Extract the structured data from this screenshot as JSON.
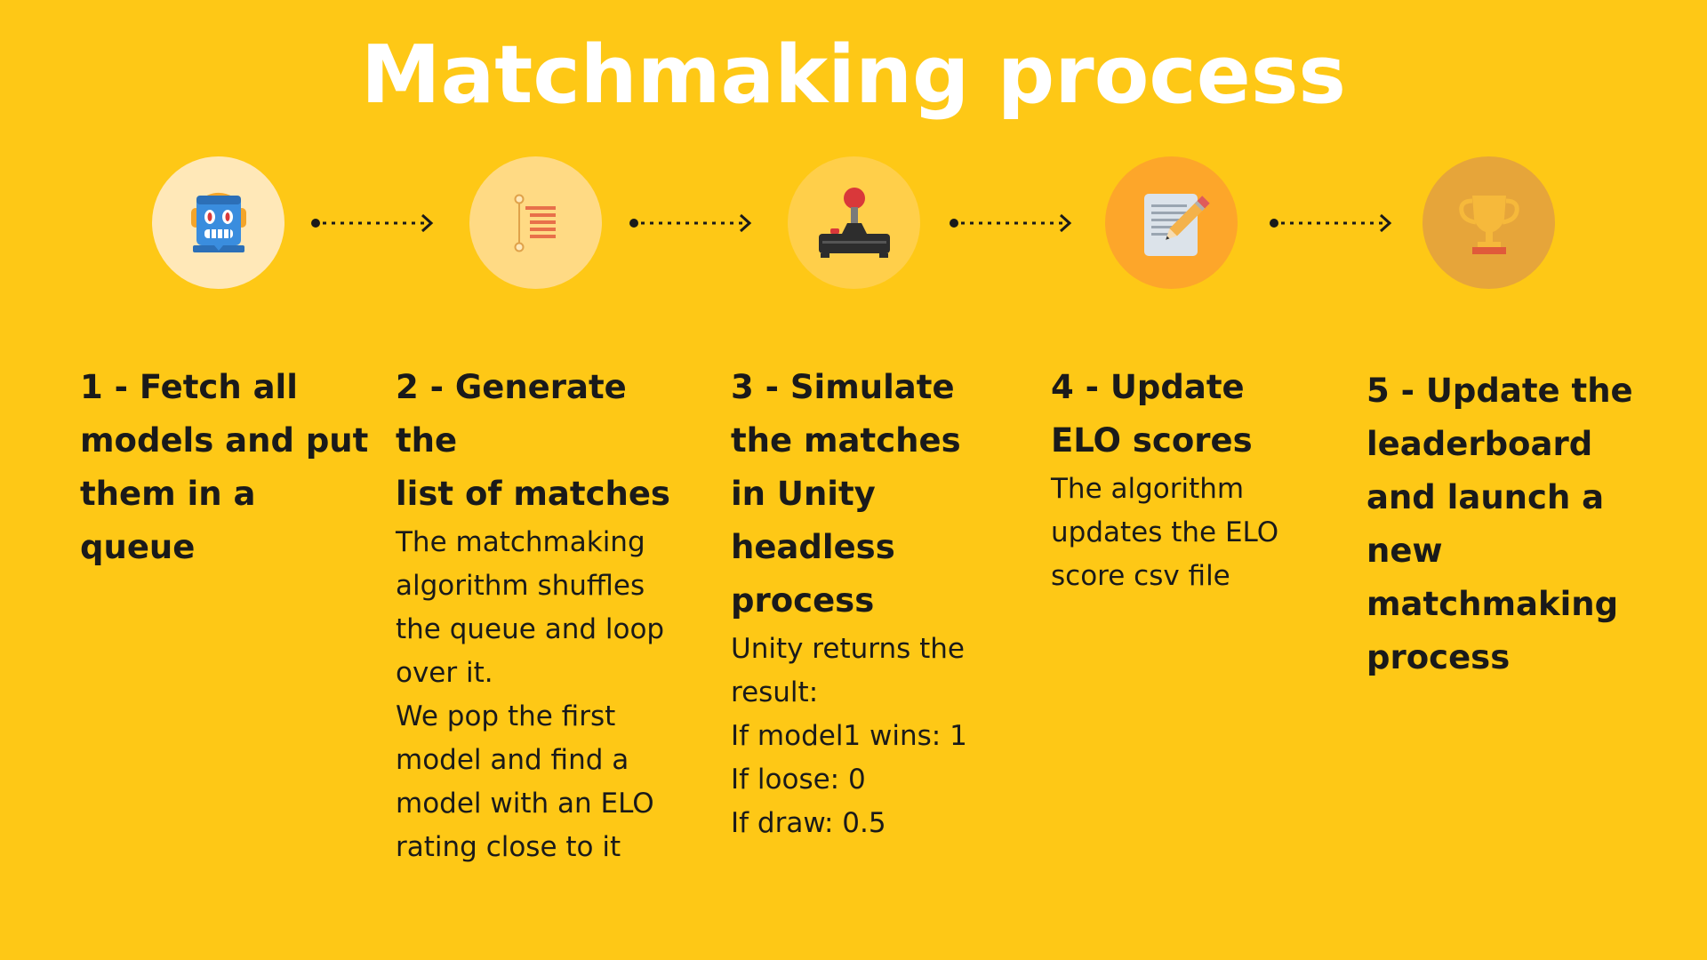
{
  "title": "Matchmaking process",
  "icons": [
    {
      "name": "robot-icon"
    },
    {
      "name": "list-icon"
    },
    {
      "name": "joystick-icon"
    },
    {
      "name": "notepad-pencil-icon"
    },
    {
      "name": "trophy-icon"
    }
  ],
  "colors": {
    "background": "#FEC816",
    "title": "#FFFFFF",
    "circle_1": "#FFE8B8",
    "circle_2": "#FFDA84",
    "circle_3": "#FFCF4A",
    "circle_4": "#FDA62A",
    "circle_5": "#E6A53A"
  },
  "steps": [
    {
      "number": "1 -",
      "title": "Fetch all\nmodels and put\nthem in a\nqueue",
      "body": ""
    },
    {
      "number": "2 -",
      "title": "Generate the\nlist of matches",
      "body": "The matchmaking\nalgorithm shuffles\nthe queue and loop\nover it.\nWe pop the first\nmodel and find a\nmodel with an ELO\nrating close to it"
    },
    {
      "number": "3 -",
      "title": "Simulate\nthe matches\nin Unity\nheadless\nprocess",
      "body": "Unity returns the\nresult:\nIf model1 wins: 1\nIf loose: 0\nIf draw: 0.5"
    },
    {
      "number": "4 -",
      "title": "Update\nELO scores",
      "body": "The algorithm\nupdates the ELO\nscore csv file"
    },
    {
      "number": "5 -",
      "title": "Update the\nleaderboard\nand launch a\nnew\nmatchmaking\nprocess",
      "body": ""
    }
  ]
}
